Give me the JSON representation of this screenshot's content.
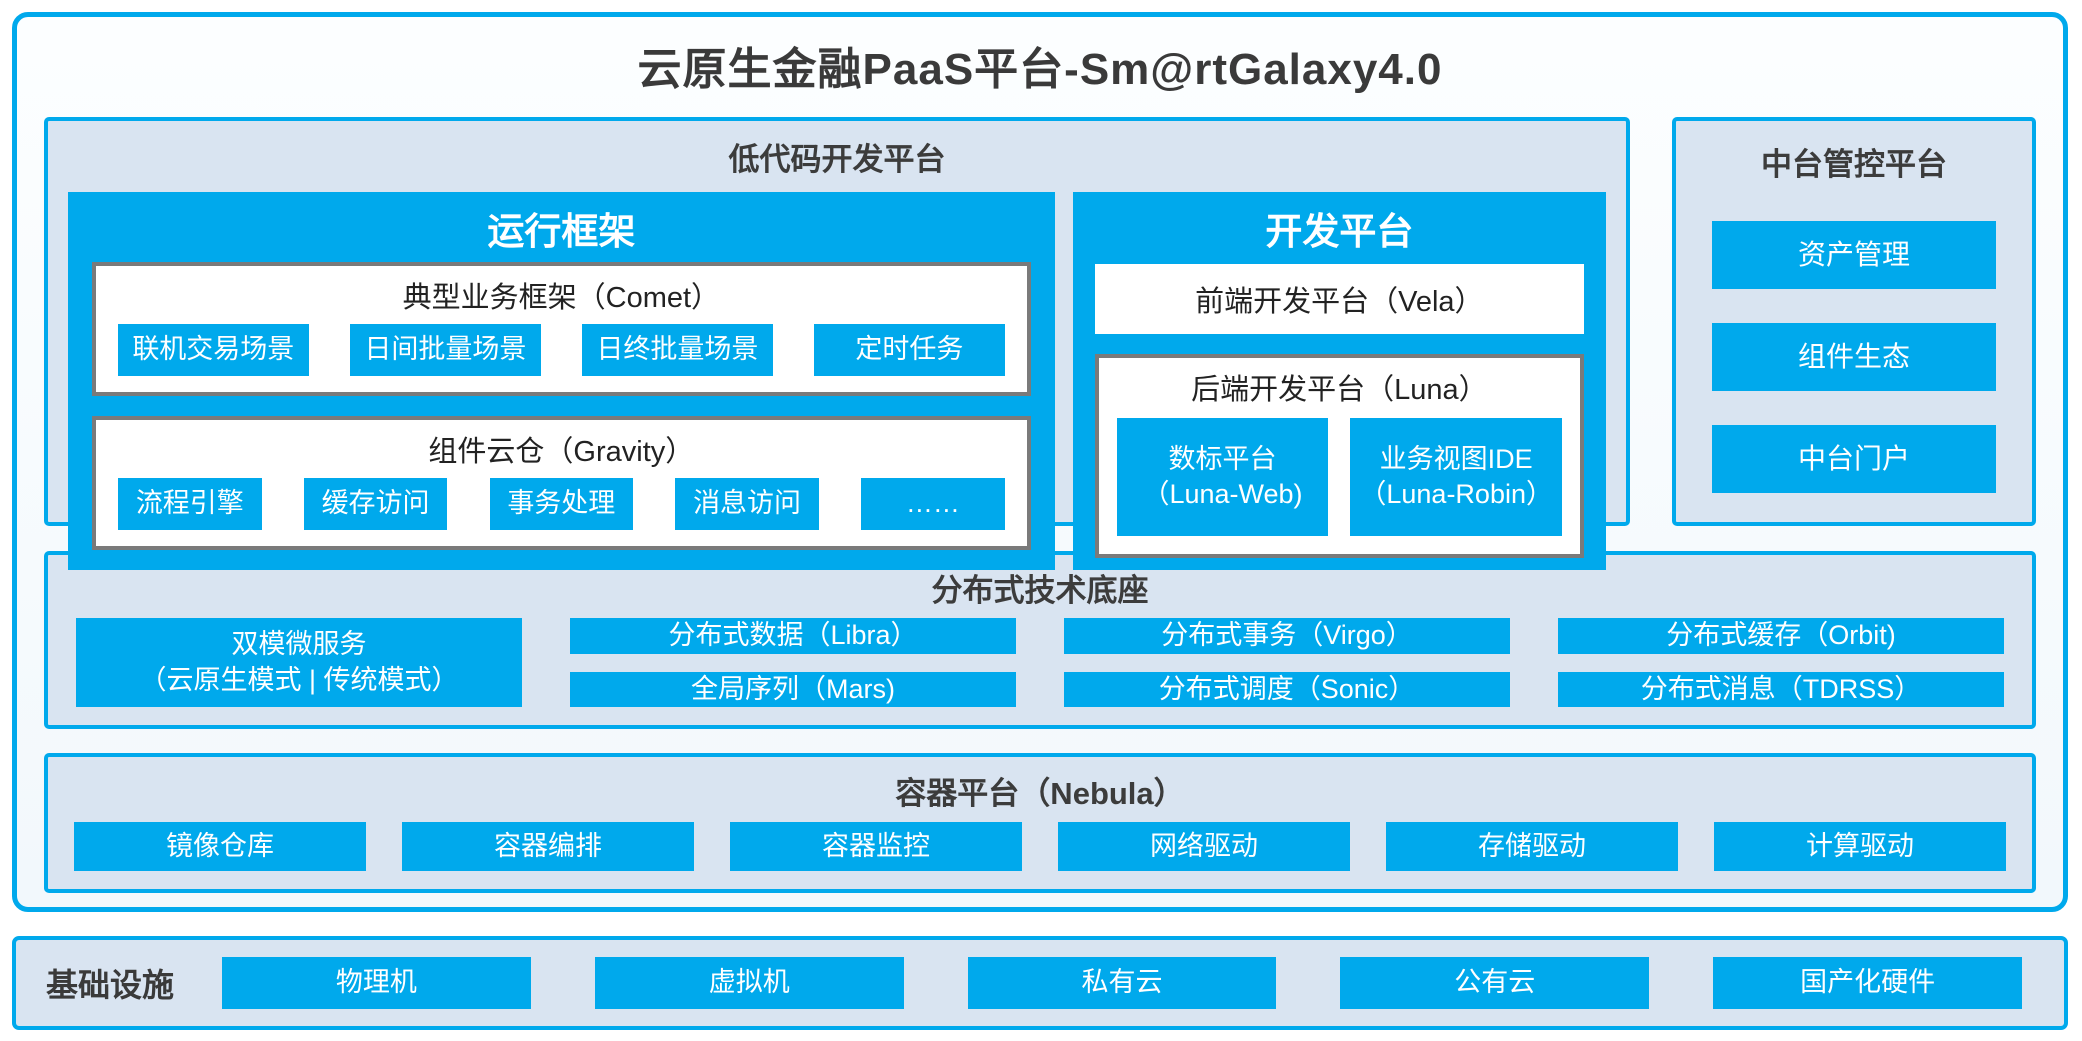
{
  "colors": {
    "blue": "#00a9ec",
    "panel_bg": "#d9e4f1",
    "grey_border": "#7a7a7a",
    "dark_text": "#3a3a3a"
  },
  "title": "云原生金融PaaS平台-Sm@rtGalaxy4.0",
  "low_code": {
    "title": "低代码开发平台",
    "runtime": {
      "title": "运行框架",
      "comet": {
        "title": "典型业务框架（Comet）",
        "items": [
          "联机交易场景",
          "日间批量场景",
          "日终批量场景",
          "定时任务"
        ]
      },
      "gravity": {
        "title": "组件云仓（Gravity）",
        "items": [
          "流程引擎",
          "缓存访问",
          "事务处理",
          "消息访问",
          "……"
        ]
      }
    },
    "dev": {
      "title": "开发平台",
      "vela": "前端开发平台（Vela）",
      "luna": {
        "title": "后端开发平台（Luna）",
        "items": [
          {
            "line1": "数标平台",
            "line2": "（Luna-Web)"
          },
          {
            "line1": "业务视图IDE",
            "line2": "（Luna-Robin）"
          }
        ]
      }
    }
  },
  "mid_platform": {
    "title": "中台管控平台",
    "items": [
      "资产管理",
      "组件生态",
      "中台门户"
    ]
  },
  "distributed": {
    "title": "分布式技术底座",
    "dual_mode": {
      "line1": "双模微服务",
      "line2": "（云原生模式 | 传统模式）"
    },
    "columns": [
      [
        "分布式数据（Libra）",
        "全局序列（Mars)"
      ],
      [
        "分布式事务（Virgo）",
        "分布式调度（Sonic）"
      ],
      [
        "分布式缓存（Orbit)",
        "分布式消息（TDRSS）"
      ]
    ]
  },
  "container_platform": {
    "title": "容器平台（Nebula）",
    "items": [
      "镜像仓库",
      "容器编排",
      "容器监控",
      "网络驱动",
      "存储驱动",
      "计算驱动"
    ]
  },
  "infrastructure": {
    "title": "基础设施",
    "items": [
      "物理机",
      "虚拟机",
      "私有云",
      "公有云",
      "国产化硬件"
    ]
  }
}
